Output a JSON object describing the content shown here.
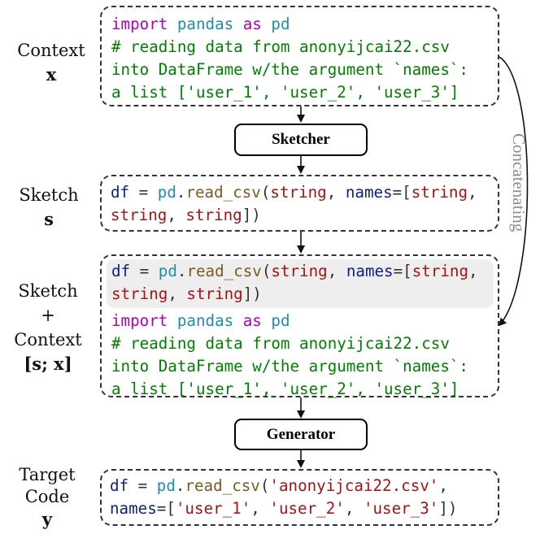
{
  "labels": {
    "context": {
      "line1": "Context",
      "math": "x"
    },
    "sketch": {
      "line1": "Sketch",
      "math": "s"
    },
    "sketch_context": {
      "line1": "Sketch",
      "line2": "+",
      "line3": "Context",
      "math": "[s; x]"
    },
    "target": {
      "line1": "Target",
      "line2": "Code",
      "math": "y"
    }
  },
  "steps": {
    "sketcher": "Sketcher",
    "generator": "Generator"
  },
  "side_label": "Concatenating",
  "code": {
    "context": {
      "import_kw": "import",
      "module": "pandas",
      "as_kw": "as",
      "alias": "pd",
      "comment_1": "# reading data from anonyijcai22.csv",
      "comment_2": "into DataFrame w/the argument `names`:",
      "comment_3": "a list ['user_1', 'user_2', 'user_3']"
    },
    "sketch": {
      "var": "df",
      "eq": " = ",
      "obj": "pd",
      "dot": ".",
      "func": "read_csv",
      "open": "(",
      "arg1": "string",
      "sep1": ", ",
      "kw": "names",
      "kw_eq": "=[",
      "arg2": "string",
      "comma1": ",",
      "arg3": "string",
      "comma2": ", ",
      "arg4": "string",
      "close": "])"
    },
    "target": {
      "var": "df",
      "eq": " = ",
      "obj": "pd",
      "dot": ".",
      "func": "read_csv",
      "open": "(",
      "file": "'anonyijcai22.csv'",
      "comma": ",",
      "kw": "names",
      "kw_eq": "=[",
      "u1": "'user_1'",
      "sep1": ", ",
      "u2": "'user_2'",
      "sep2": ", ",
      "u3": "'user_3'",
      "close": "])"
    }
  },
  "colors": {
    "keyword": "#b200b2",
    "module": "#1f8fa6",
    "comment": "#008000",
    "variable": "#0d1f88",
    "function": "#7a5c1e",
    "string": "#a31515",
    "concatenating": "#8c8c8c"
  }
}
